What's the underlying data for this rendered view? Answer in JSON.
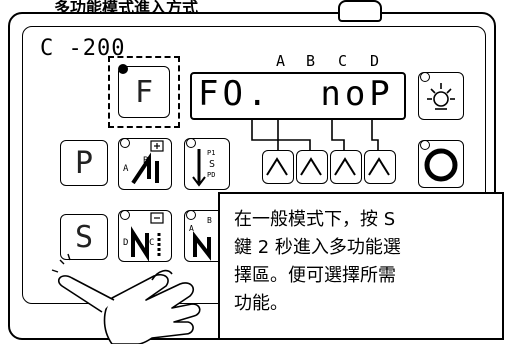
{
  "heading_fragment": "多功能模式進入方式",
  "panel": {
    "model": "C -200",
    "letters": [
      "A",
      "B",
      "C",
      "D"
    ],
    "display_text": "FO.  noP",
    "buttons": {
      "f_label": "F",
      "p_label": "P",
      "s_label": "S"
    }
  },
  "callout": {
    "lines": [
      "在一般模式下，按 S",
      "鍵 2 秒進入多功能選",
      "擇區。便可選擇所需",
      "功能。"
    ]
  },
  "icons": {
    "lamp": "lamp-icon",
    "spiral": "spiral-icon",
    "hand": "pointing-hand-icon"
  }
}
